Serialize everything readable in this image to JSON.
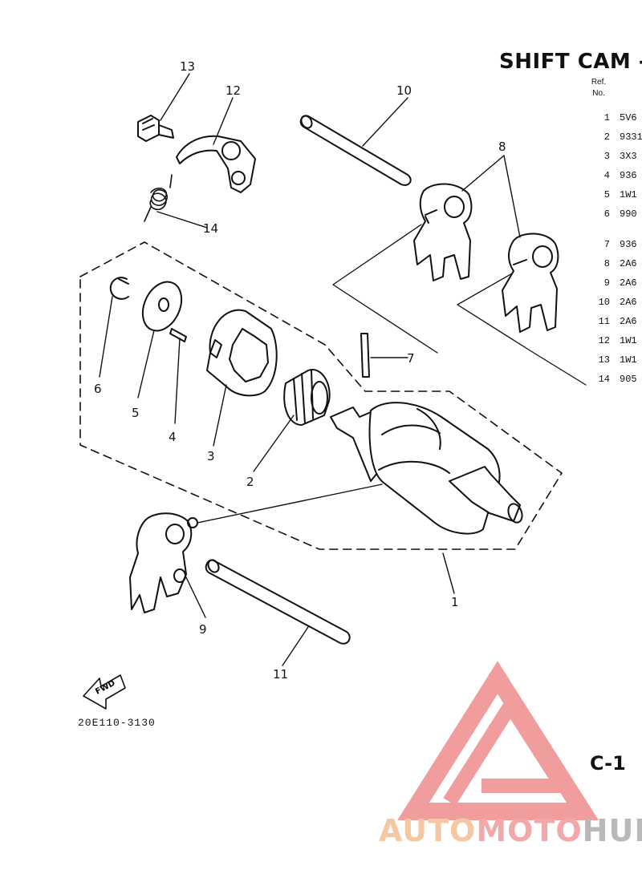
{
  "page": {
    "title": "SHIFT CAM - F",
    "header": {
      "ref_label": "Ref.",
      "no_label": "No."
    },
    "drawing_number": "20E110-3130",
    "page_code": "C-1"
  },
  "parts_list": [
    {
      "ref": "1",
      "part": "5V6"
    },
    {
      "ref": "2",
      "part": "9331"
    },
    {
      "ref": "3",
      "part": "3X3"
    },
    {
      "ref": "4",
      "part": "936"
    },
    {
      "ref": "5",
      "part": "1W1"
    },
    {
      "ref": "6",
      "part": "990"
    },
    {
      "ref": "7",
      "part": "936"
    },
    {
      "ref": "8",
      "part": "2A6"
    },
    {
      "ref": "9",
      "part": "2A6"
    },
    {
      "ref": "10",
      "part": "2A6"
    },
    {
      "ref": "11",
      "part": "2A6"
    },
    {
      "ref": "12",
      "part": "1W1"
    },
    {
      "ref": "13",
      "part": "1W1"
    },
    {
      "ref": "14",
      "part": "905"
    }
  ],
  "callouts": {
    "c1": "1",
    "c2": "2",
    "c3": "3",
    "c4": "4",
    "c5": "5",
    "c6": "6",
    "c7": "7",
    "c8": "8",
    "c9": "9",
    "c10": "10",
    "c11": "11",
    "c12": "12",
    "c13": "13",
    "c14": "14"
  },
  "fwd_label": "FWD",
  "watermark": {
    "part_a": "AUTO",
    "part_b": "MOTO",
    "part_c": "HUB"
  },
  "colors": {
    "ink": "#111111",
    "watermark_red": "#f08c8c",
    "watermark_orange": "#f5c8a2",
    "watermark_grey": "#b9b9b9"
  }
}
